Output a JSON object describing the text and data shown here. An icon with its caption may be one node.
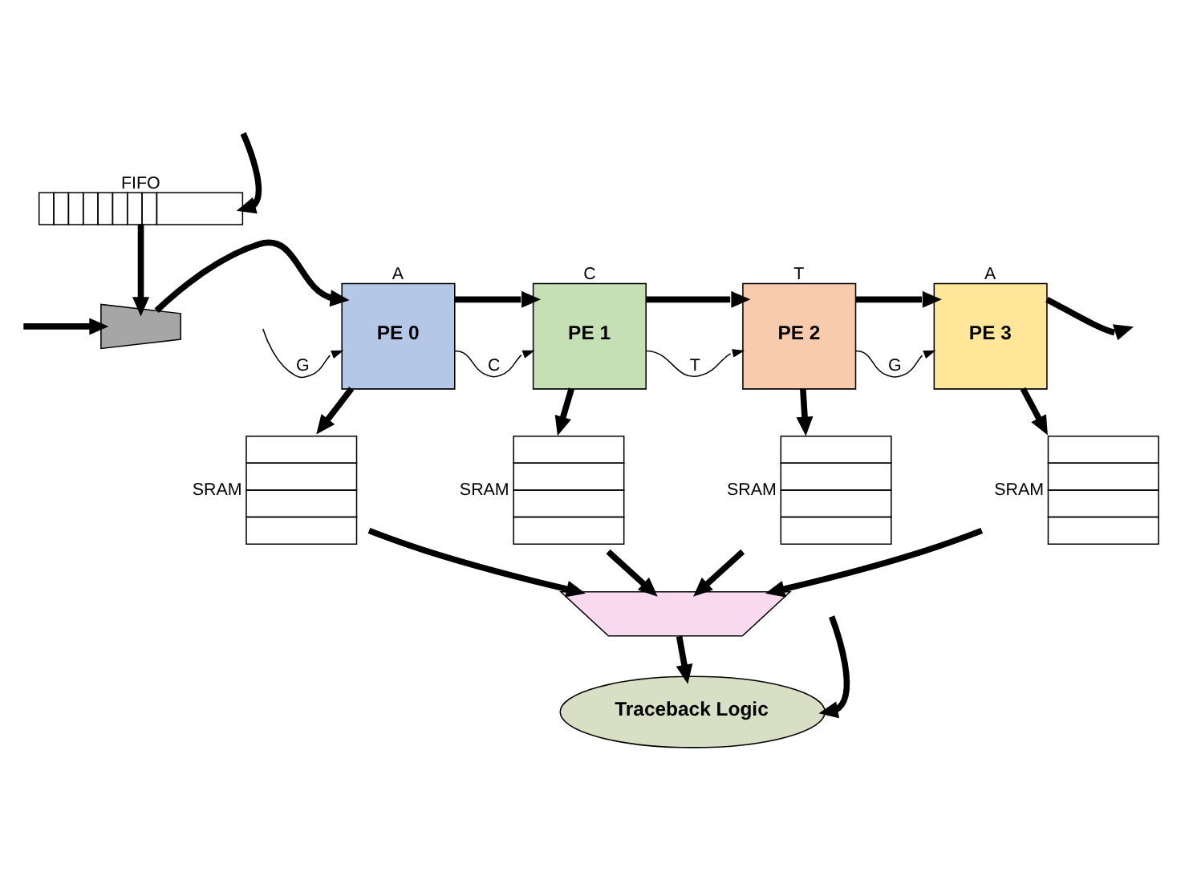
{
  "diagram": {
    "nodes": [
      {
        "text": [
          "FIFO"
        ]
      },
      {
        "text": [],
        "shape": "trapezoid"
      },
      {
        "text": [
          "PE 0"
        ],
        "beside": [
          "A"
        ]
      },
      {
        "text": [
          "PE 1"
        ],
        "beside": [
          "C"
        ]
      },
      {
        "text": [
          "PE 2"
        ],
        "beside": [
          "T"
        ]
      },
      {
        "text": [
          "PE 3"
        ],
        "beside": [
          "A"
        ]
      },
      {
        "text": [],
        "shape": "box",
        "beside": [
          "SRAM"
        ]
      },
      {
        "text": [],
        "shape": "box",
        "beside": [
          "SRAM"
        ]
      },
      {
        "text": [],
        "shape": "box",
        "beside": [
          "SRAM"
        ]
      },
      {
        "text": [],
        "shape": "box",
        "beside": [
          "SRAM"
        ]
      },
      {
        "text": [],
        "shape": "trapezoid"
      },
      {
        "text": [
          "Traceback Logic"
        ]
      }
    ],
    "edges": [
      {
        "from": null,
        "to": 0,
        "arrow": "to"
      },
      {
        "from": 0,
        "to": 1,
        "arrow": "to"
      },
      {
        "from": null,
        "to": 1,
        "arrow": "to"
      },
      {
        "from": 1,
        "to": 2,
        "arrow": "to"
      },
      {
        "from": null,
        "to": 2,
        "arrow": "to",
        "label": "G"
      },
      {
        "from": 2,
        "to": 3,
        "arrow": "to"
      },
      {
        "from": 2,
        "to": 3,
        "arrow": "to",
        "label": "C"
      },
      {
        "from": 3,
        "to": 4,
        "arrow": "to"
      },
      {
        "from": 3,
        "to": 4,
        "arrow": "to",
        "label": "T"
      },
      {
        "from": 4,
        "to": 5,
        "arrow": "to"
      },
      {
        "from": 4,
        "to": 5,
        "arrow": "to",
        "label": "G"
      },
      {
        "from": 5,
        "to": null,
        "arrow": "to"
      },
      {
        "from": 2,
        "to": 6,
        "arrow": "to"
      },
      {
        "from": 3,
        "to": 7,
        "arrow": "to"
      },
      {
        "from": 4,
        "to": 8,
        "arrow": "to"
      },
      {
        "from": 5,
        "to": 9,
        "arrow": "to"
      },
      {
        "from": 6,
        "to": 10,
        "arrow": "to"
      },
      {
        "from": 7,
        "to": 10,
        "arrow": "to"
      },
      {
        "from": 8,
        "to": 10,
        "arrow": "to"
      },
      {
        "from": 9,
        "to": 10,
        "arrow": "to"
      },
      {
        "from": 10,
        "to": 11,
        "arrow": "to"
      },
      {
        "from": null,
        "to": 11,
        "arrow": "to"
      }
    ]
  }
}
